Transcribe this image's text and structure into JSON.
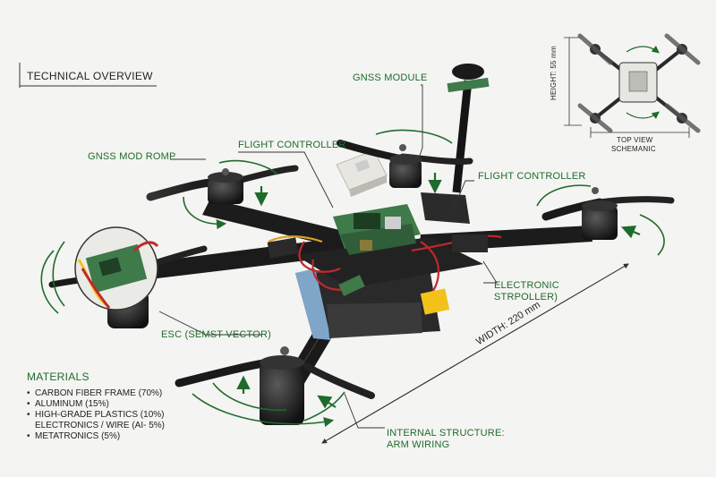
{
  "title": "TECHNICAL OVERVIEW",
  "labels": {
    "gnss_module": "GNSS MODULE",
    "gnss_mod_left": "GNSS MOD ROMP",
    "flight_controller_top": "FLIGHT CONTROLLER",
    "flight_controller_right": "FLIGHT CONTROLLER",
    "electronic_line1": "ELECTRONIC",
    "electronic_line2": "STRPOLLER)",
    "esc": "ESC (SEMST VECTOR)",
    "internal_line1": "INTERNAL STRUCTURE:",
    "internal_line2": "ARM WIRING",
    "width": "WIDTH: 220 mm"
  },
  "schematic": {
    "height_label": "HEIGHT: 55 mm",
    "caption_line1": "TOP VIEW",
    "caption_line2": "SCHEMANIC"
  },
  "materials": {
    "heading": "MATERIALS",
    "items": [
      {
        "bullet": "•",
        "text": "CARBON FIBER FRAME (70%)"
      },
      {
        "bullet": "•",
        "text": "ALUMINUM (15%)"
      },
      {
        "bullet": "•",
        "text": "HIGH-GRADE PLASTICS (10%)"
      },
      {
        "bullet": "",
        "text": "ELECTRONICS / WIRE (AI- 5%)"
      },
      {
        "bullet": "•",
        "text": "METATRONICS (5%)"
      }
    ]
  },
  "colors": {
    "accent_green": "#1f6b2c",
    "carbon": "#1b1b1b",
    "pcb_green": "#3f7a4a",
    "wire_red": "#c0282d",
    "battery_blue": "#7fa6c9",
    "connector_yellow": "#f2c21b"
  }
}
